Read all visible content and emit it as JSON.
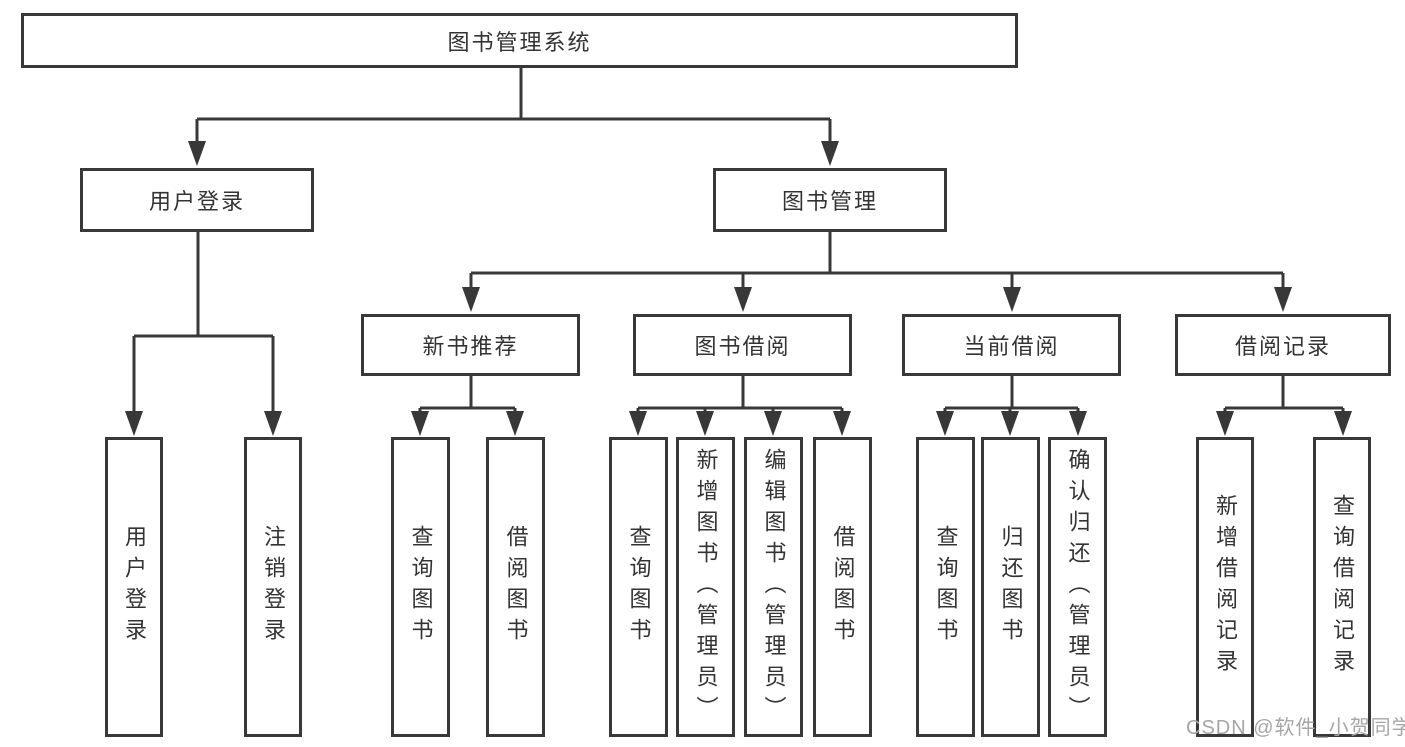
{
  "tree": {
    "root": {
      "label": "图书管理系统",
      "children": [
        {
          "label": "用户登录",
          "children": [
            {
              "label": "用户登录"
            },
            {
              "label": "注销登录"
            }
          ]
        },
        {
          "label": "图书管理",
          "children": [
            {
              "label": "新书推荐",
              "children": [
                {
                  "label": "查询图书"
                },
                {
                  "label": "借阅图书"
                }
              ]
            },
            {
              "label": "图书借阅",
              "children": [
                {
                  "label": "查询图书"
                },
                {
                  "label": "新增图书（管理员）"
                },
                {
                  "label": "编辑图书（管理员）"
                },
                {
                  "label": "借阅图书"
                }
              ]
            },
            {
              "label": "当前借阅",
              "children": [
                {
                  "label": "查询图书"
                },
                {
                  "label": "归还图书"
                },
                {
                  "label": "确认归还（管理员）"
                }
              ]
            },
            {
              "label": "借阅记录",
              "children": [
                {
                  "label": "新增借阅记录"
                },
                {
                  "label": "查询借阅记录"
                }
              ]
            }
          ]
        }
      ]
    }
  },
  "watermark": {
    "text": "CSDN @软件_小贺同学"
  },
  "colors": {
    "line": "#383838",
    "text": "#333333",
    "watermark": "#a6a6a6",
    "background": "#ffffff"
  }
}
